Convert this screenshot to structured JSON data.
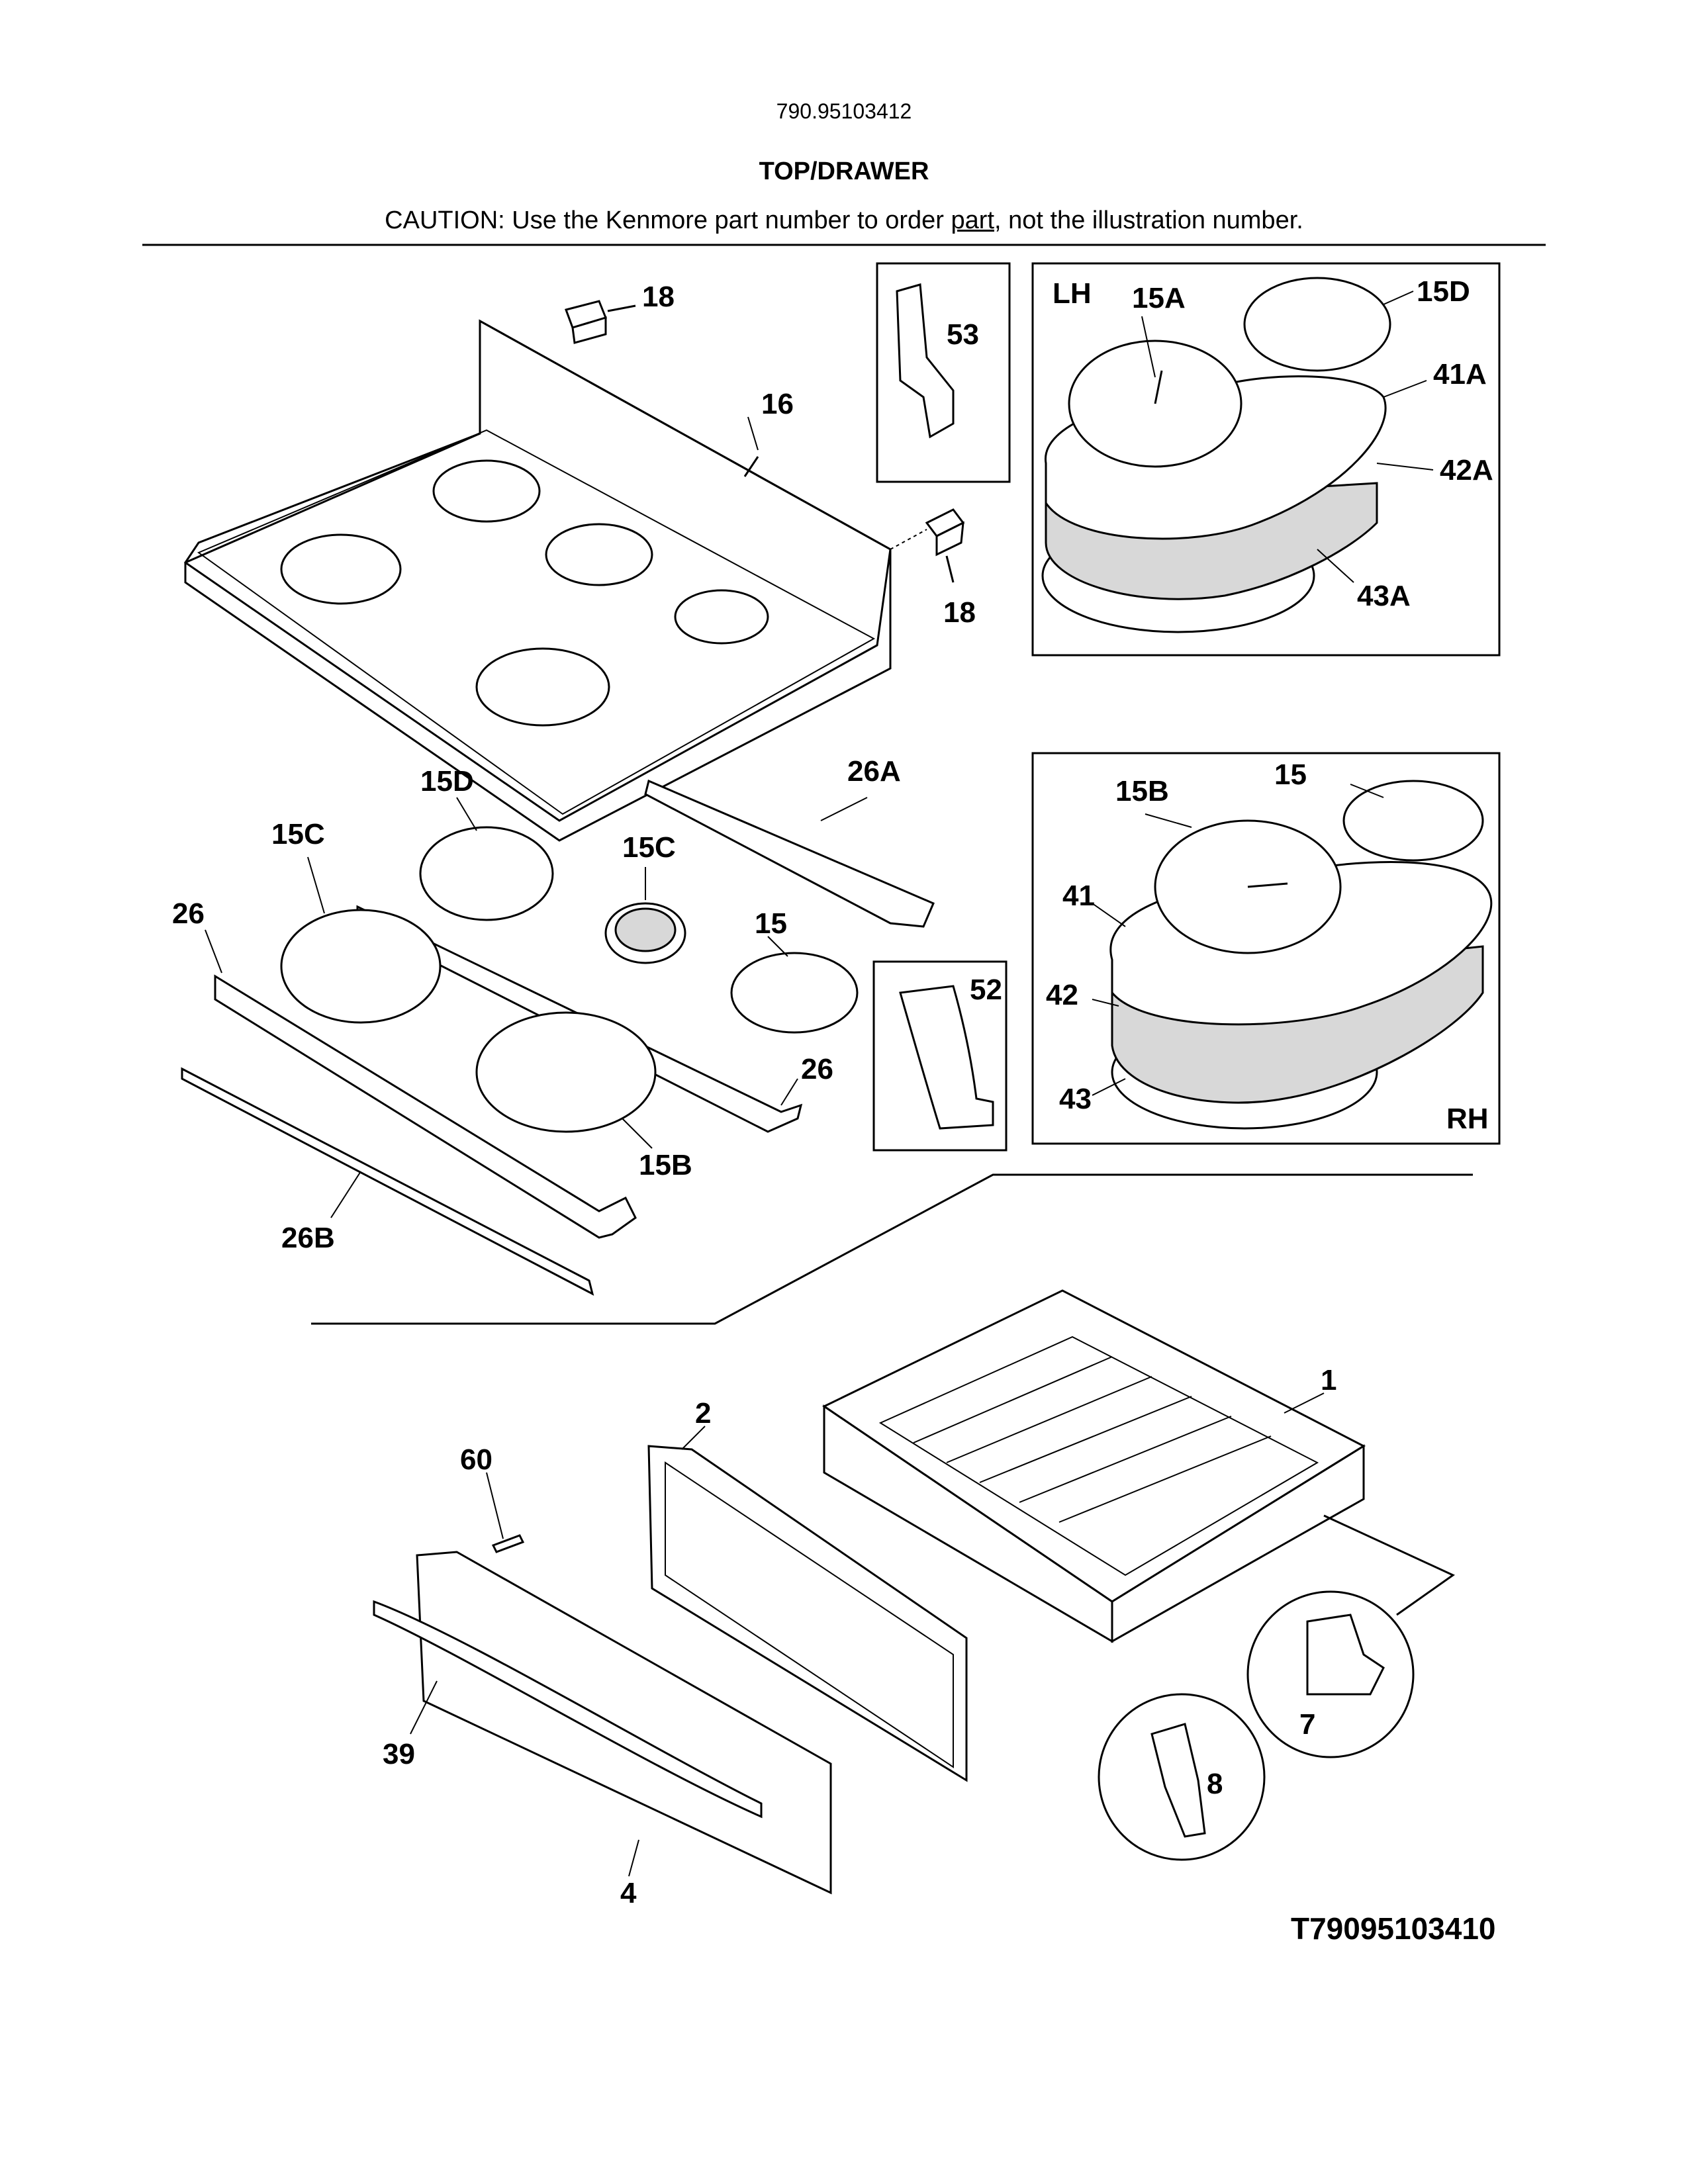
{
  "header": {
    "model_number": "790.95103412",
    "section_title": "TOP/DRAWER",
    "caution_prefix": "CAUTION: Use the Kenmore part number to order ",
    "caution_link": "part",
    "caution_suffix": ", not the illustration number."
  },
  "callouts": {
    "c18_top": "18",
    "c16": "16",
    "c18_bottom": "18",
    "c53": "53",
    "lh": "LH",
    "lh_15a": "15A",
    "lh_15d": "15D",
    "lh_41a": "41A",
    "lh_42a": "42A",
    "lh_43a": "43A",
    "c15d": "15D",
    "c26a": "26A",
    "c15c_left": "15C",
    "c15c_mid": "15C",
    "c26_left": "26",
    "c15": "15",
    "c26_right": "26",
    "c15b": "15B",
    "c26b": "26B",
    "c52": "52",
    "rh": "RH",
    "rh_15b": "15B",
    "rh_15": "15",
    "rh_41": "41",
    "rh_42": "42",
    "rh_43": "43",
    "c1": "1",
    "c2": "2",
    "c60": "60",
    "c39": "39",
    "c4": "4",
    "c7": "7",
    "c8": "8"
  },
  "diagram_code": "T79095103410"
}
